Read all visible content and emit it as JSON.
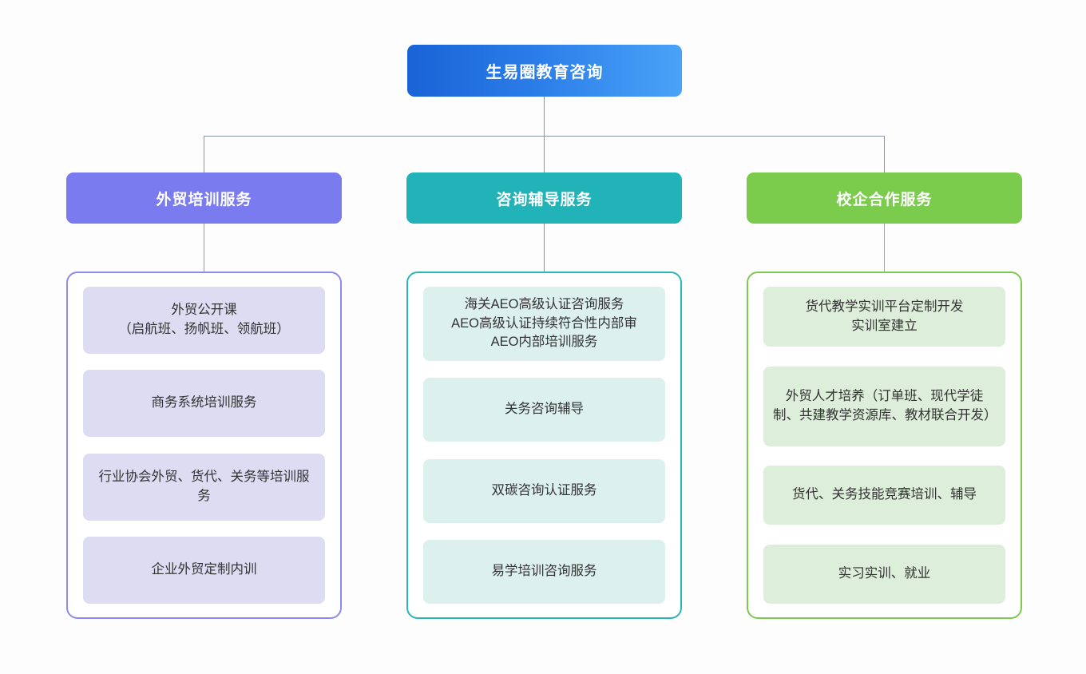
{
  "diagram": {
    "title_text": "生易圈教育咨询",
    "root": {
      "label": "生易圈教育咨询",
      "color": "#2a7ce8",
      "gradient_from": "#1963d6",
      "gradient_to": "#4aa3f7"
    },
    "connector_color": "#8b95a5",
    "branches": [
      {
        "header": "外贸培训服务",
        "accent": "#7b7bf0",
        "border": "#8b8bf0",
        "item_bg": "#dedcf2",
        "items": [
          "外贸公开课\n（启航班、扬帆班、领航班）",
          "商务系统培训服务",
          "行业协会外贸、货代、关务等培训服务",
          "企业外贸定制内训"
        ]
      },
      {
        "header": "咨询辅导服务",
        "accent": "#22b3b8",
        "border": "#2bb6b9",
        "item_bg": "#dcf0ee",
        "items": [
          "海关AEO高级认证咨询服务\nAEO高级认证持续符合性内部审\nAEO内部培训服务",
          "关务咨询辅导",
          "双碳咨询认证服务",
          "易学培训咨询服务"
        ]
      },
      {
        "header": "校企合作服务",
        "accent": "#7bcc4d",
        "border": "#7ccb4f",
        "item_bg": "#ddeeda",
        "items": [
          "货代教学实训平台定制开发\n实训室建立",
          "外贸人才培养（订单班、现代学徒制、共建教学资源库、教材联合开发）",
          "货代、关务技能竞赛培训、辅导",
          "实习实训、就业"
        ]
      }
    ]
  }
}
